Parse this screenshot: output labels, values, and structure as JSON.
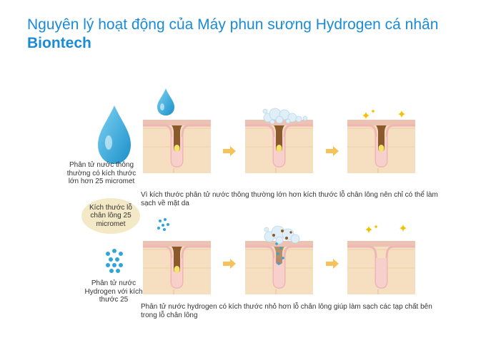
{
  "title": {
    "main": "Nguyên lý hoạt động của Máy phun sương Hydrogen cá nhân",
    "brand": "Biontech"
  },
  "labels": {
    "normal_molecule": "Phân tử nước thông thường có kích thước lớn hơn 25 micromet",
    "pore_size": "Kích thước lỗ chân lông 25 micromet",
    "hydrogen_molecule": "Phân tử nước Hydrogen với kích thước 25"
  },
  "captions": {
    "top": "Vì kích thước phân tử nước thông thường lớn hơn kích thước lỗ chân lông nên chỉ có thể làm sạch về mặt da",
    "bottom": "Phân tử nước hydrogen có kích thước nhỏ hơn lỗ chân lông giúp làm sạch các tạp chất bên trong lỗ chân lông"
  },
  "colors": {
    "title": "#1a8bd6",
    "skin": "#f5dfc0",
    "skin_surface": "#ecc2b2",
    "pore_lining": "#f0b6b6",
    "sebum": "#8a5a2c",
    "water": "#2fa5d8",
    "arrow": "#f7c25a",
    "sparkle": "#f2c200",
    "oval": "#f4e9c6"
  }
}
